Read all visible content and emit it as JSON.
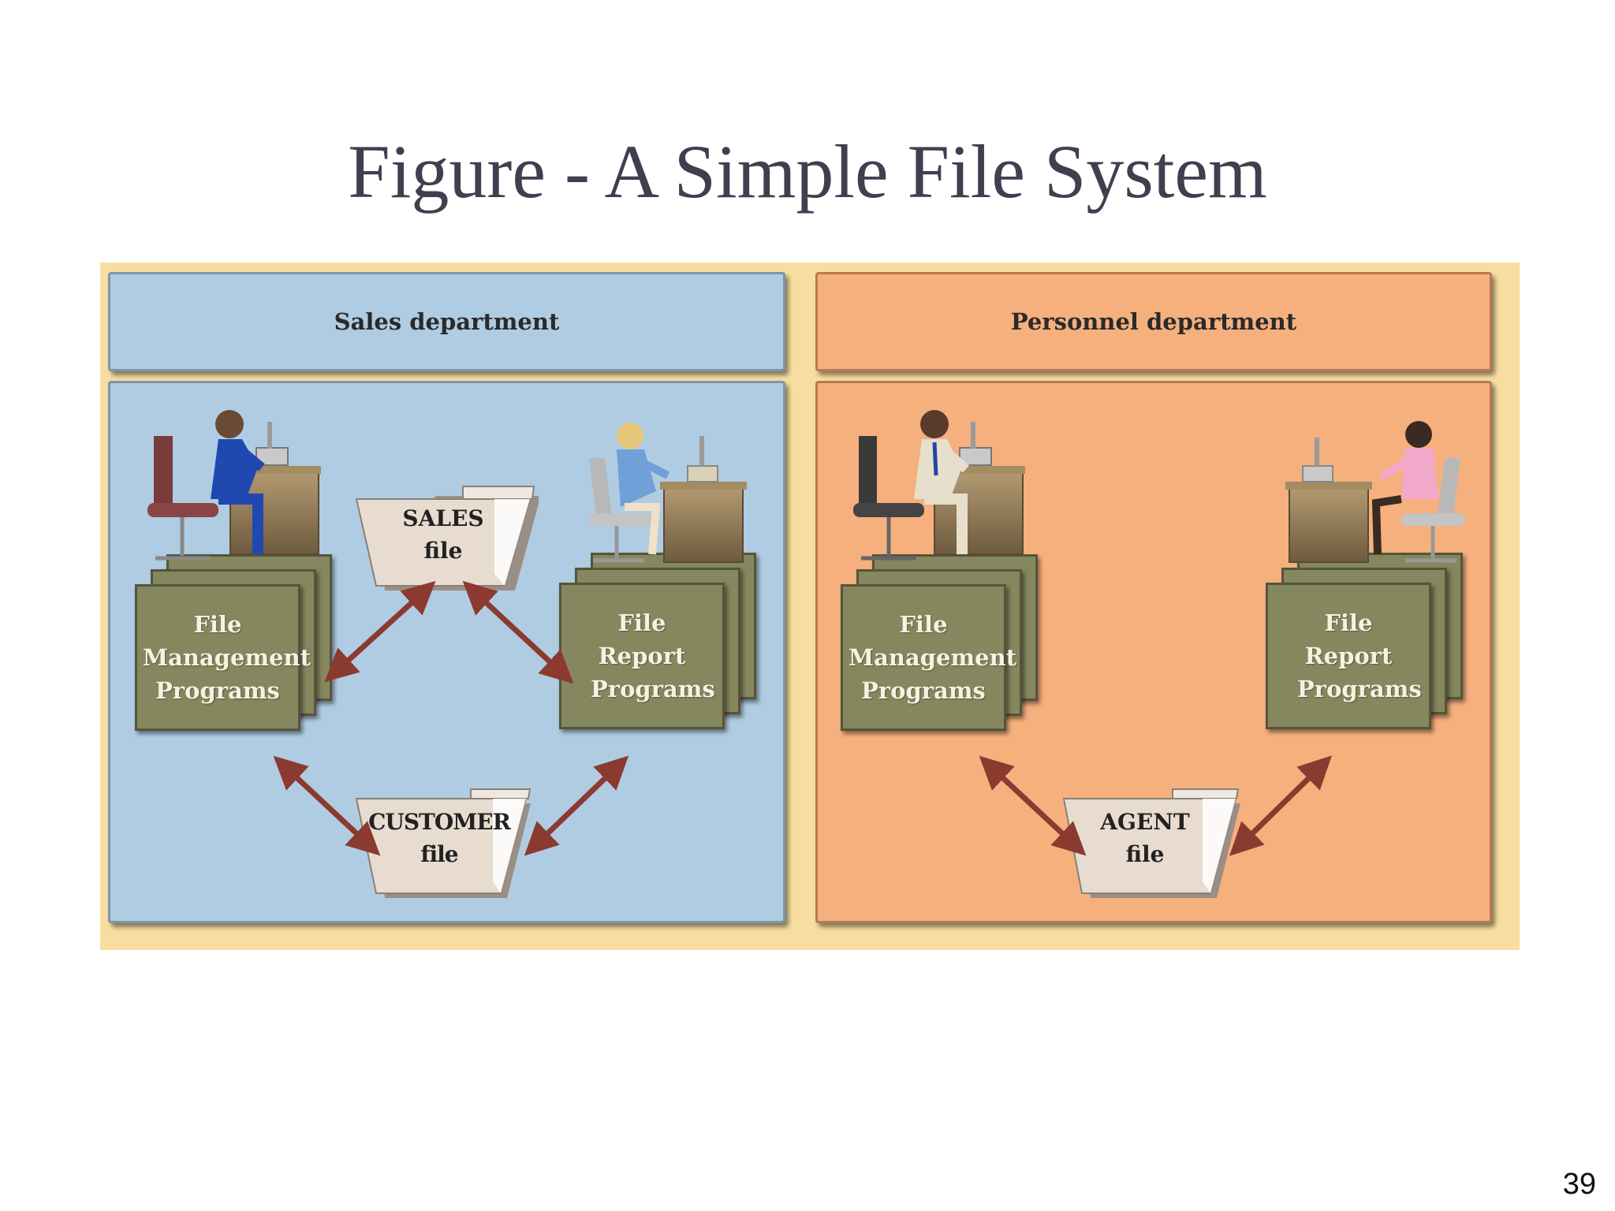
{
  "slide": {
    "title": "Figure - A Simple File System",
    "page_number": "39"
  },
  "diagram": {
    "departments": [
      {
        "name": "Sales department",
        "color": "#b0cce2"
      },
      {
        "name": "Personnel department",
        "color": "#f6b07e"
      }
    ],
    "programs": {
      "sales_management": "File Management Programs",
      "sales_report": "File Report Programs",
      "personnel_management": "File Management Programs",
      "personnel_report": "File Report Programs"
    },
    "files": {
      "sales_file": [
        "SALES",
        "file"
      ],
      "customer_file": [
        "CUSTOMER",
        "file"
      ],
      "agent_file": [
        "AGENT",
        "file"
      ]
    },
    "colors": {
      "arrow": "#8b3a30",
      "program_card": "#85875e",
      "file_folder": "#e8dcd0",
      "frame": "#f7dea0"
    }
  }
}
